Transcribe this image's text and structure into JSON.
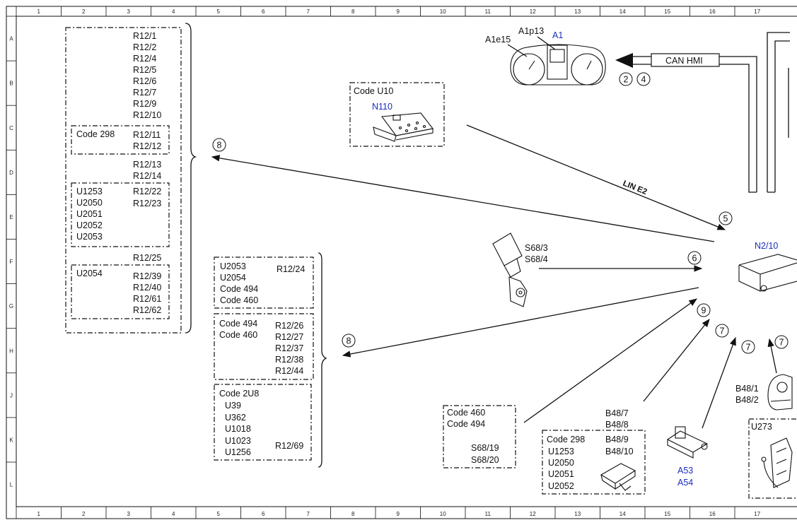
{
  "grid": {
    "cols": [
      "1",
      "2",
      "3",
      "4",
      "5",
      "6",
      "7",
      "8",
      "9",
      "10",
      "11",
      "12",
      "13",
      "14",
      "15",
      "16",
      "17"
    ],
    "rows": [
      "A",
      "B",
      "C",
      "D",
      "E",
      "F",
      "G",
      "H",
      "J",
      "K",
      "L"
    ]
  },
  "group_top_left": {
    "list1": [
      "R12/1",
      "R12/2",
      "R12/4",
      "R12/5",
      "R12/6",
      "R12/7",
      "R12/9",
      "R12/10"
    ],
    "code298": {
      "label": "Code 298",
      "items": [
        "R12/11",
        "R12/12"
      ]
    },
    "list2": [
      "R12/13",
      "R12/14"
    ],
    "u_box": {
      "codes": [
        "U1253",
        "U2050",
        "U2051",
        "U2052",
        "U2053"
      ],
      "items": [
        "R12/22",
        "R12/23"
      ]
    },
    "r1225": "R12/25",
    "u2054_box": {
      "code": "U2054",
      "items": [
        "R12/39",
        "R12/40",
        "R12/61",
        "R12/62"
      ]
    }
  },
  "group_mid_left": {
    "box1": {
      "codes": [
        "U2053",
        "U2054",
        "Code 494",
        "Code 460"
      ],
      "item": "R12/24"
    },
    "box2": {
      "codes": [
        "Code 494",
        "Code 460"
      ],
      "items": [
        "R12/26",
        "R12/27",
        "R12/37",
        "R12/38",
        "R12/44"
      ]
    },
    "box3": {
      "code": "Code 2U8",
      "subcodes": [
        "U39",
        "U362",
        "U1018",
        "U1023",
        "U1256"
      ],
      "item": "R12/69"
    }
  },
  "code_u10": {
    "label": "Code U10",
    "component": "N110"
  },
  "cluster": {
    "label_a1e15": "A1e15",
    "label_a1p13": "A1p13",
    "component": "A1"
  },
  "can_hmi": "CAN HMI",
  "lin_e2": "LIN E2",
  "n2_10": "N2/10",
  "s68_top": [
    "S68/3",
    "S68/4"
  ],
  "code460_box": {
    "codes": [
      "Code 460",
      "Code 494"
    ],
    "items": [
      "S68/19",
      "S68/20"
    ]
  },
  "b48_box": {
    "top": [
      "B48/7",
      "B48/8"
    ],
    "code": "Code 298",
    "codes": [
      "U1253",
      "U2050",
      "U2051",
      "U2052"
    ],
    "items": [
      "B48/9",
      "B48/10"
    ]
  },
  "a53_a54": [
    "A53",
    "A54"
  ],
  "b48_right": [
    "B48/1",
    "B48/2"
  ],
  "u273": "U273",
  "circles": {
    "c2": "2",
    "c4": "4",
    "c5": "5",
    "c6": "6",
    "c7a": "7",
    "c7b": "7",
    "c7c": "7",
    "c8a": "8",
    "c8b": "8",
    "c9": "9"
  }
}
